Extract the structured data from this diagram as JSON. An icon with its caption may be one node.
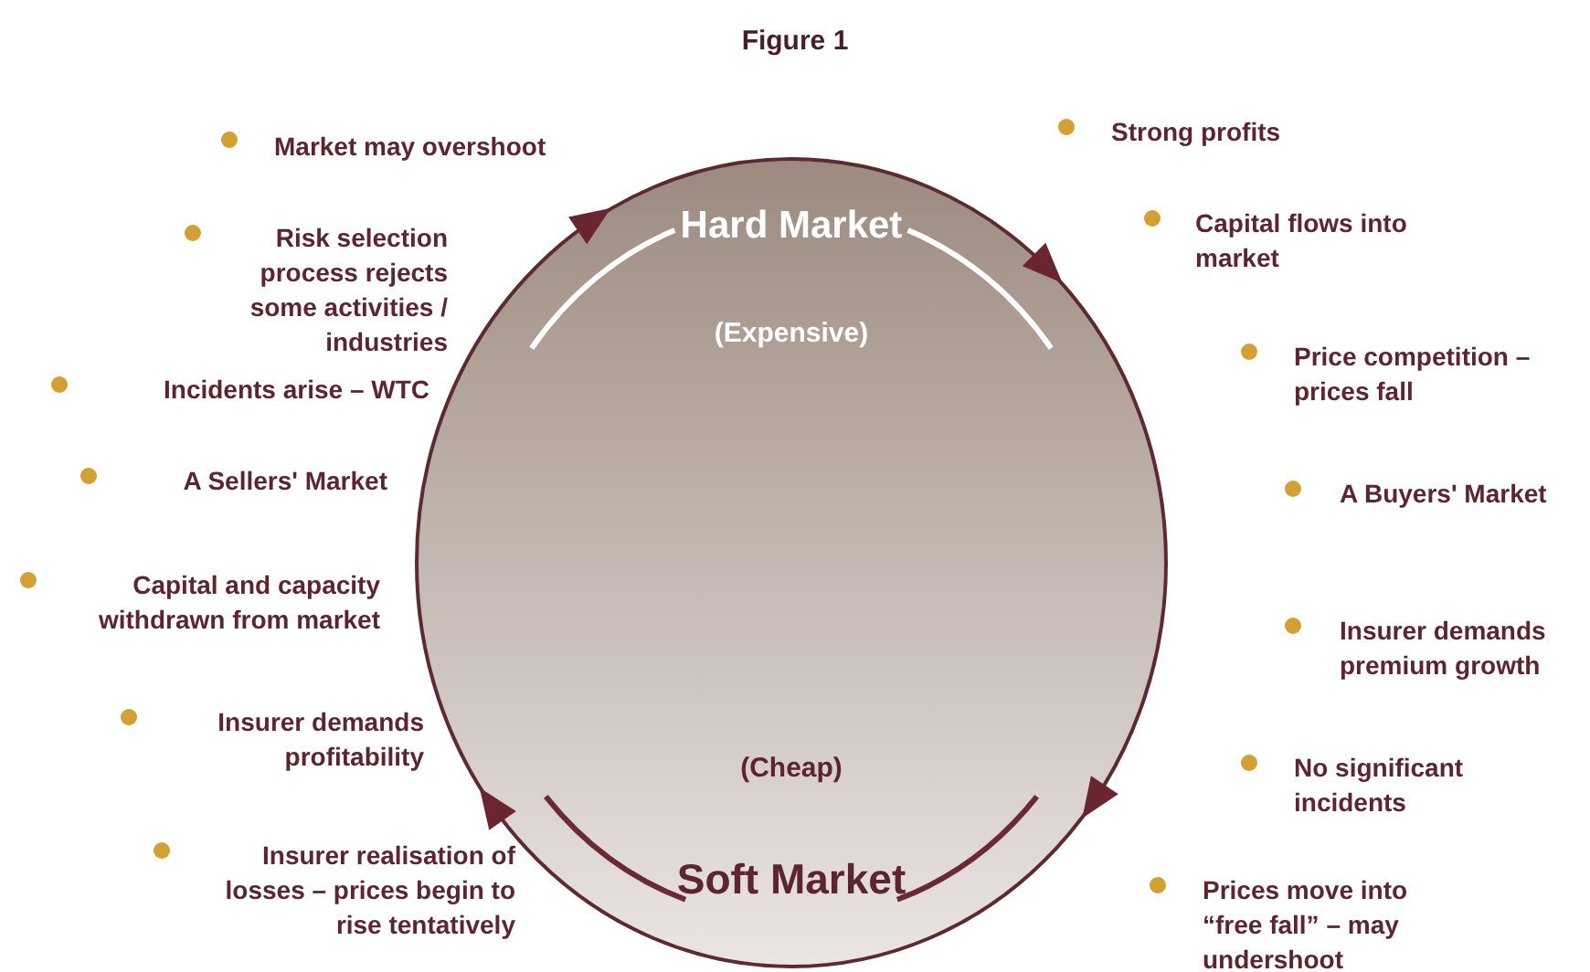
{
  "diagram": {
    "title": "Figure 1",
    "nodes": [
      {
        "text": [
          "Hard Market",
          "(Expensive)",
          "(Cheap)",
          "Soft Market"
        ]
      }
    ],
    "edges": [],
    "labels": [
      "Market may overshoot",
      "Risk selection process rejects some activities / industries",
      "Incidents arise – WTC",
      "A Sellers' Market",
      "Capital and capacity withdrawn from market",
      "Insurer demands profitability",
      "Insurer realisation of losses – prices begin to rise tentatively",
      "Strong profits",
      "Capital flows into market",
      "Price competition – prices fall",
      "A Buyers' Market",
      "Insurer demands premium growth",
      "No significant incidents",
      "Prices move into “free fall” – may undershoot"
    ]
  }
}
